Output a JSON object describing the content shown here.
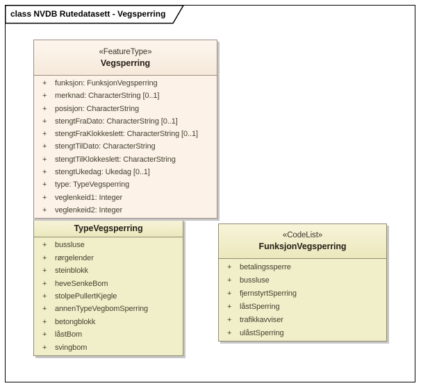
{
  "frame": {
    "title": "class NVDB Rutedatasett - Vegsperring"
  },
  "colors": {
    "featuretype_fill": "#fcf2e8",
    "featuretype_header_top": "#fdf6ee",
    "featuretype_header_bottom": "#f6e9da",
    "featuretype_border": "#9d8a84",
    "enum_fill": "#f1efca",
    "enum_header_top": "#f7f4da",
    "enum_header_bottom": "#ebe8bd",
    "enum_border": "#908a70",
    "attribute_text": "#44402e",
    "frame_border": "#000000",
    "shadow": "#c6c6c6"
  },
  "classes": [
    {
      "stereotype": "«FeatureType»",
      "name": "Vegsperring",
      "attributes": [
        {
          "visibility": "+",
          "text": "funksjon: FunksjonVegsperring"
        },
        {
          "visibility": "+",
          "text": "merknad: CharacterString [0..1]"
        },
        {
          "visibility": "+",
          "text": "posisjon: CharacterString"
        },
        {
          "visibility": "+",
          "text": "stengtFraDato: CharacterString [0..1]"
        },
        {
          "visibility": "+",
          "text": "stengtFraKlokkeslett: CharacterString [0..1]"
        },
        {
          "visibility": "+",
          "text": "stengtTilDato: CharacterString"
        },
        {
          "visibility": "+",
          "text": "stengtTilKlokkeslett: CharacterString"
        },
        {
          "visibility": "+",
          "text": "stengtUkedag: Ukedag [0..1]"
        },
        {
          "visibility": "+",
          "text": "type: TypeVegsperring"
        },
        {
          "visibility": "+",
          "text": "veglenkeid1: Integer"
        },
        {
          "visibility": "+",
          "text": "veglenkeid2: Integer"
        }
      ]
    },
    {
      "stereotype": "",
      "name": "TypeVegsperring",
      "attributes": [
        {
          "visibility": "+",
          "text": "bussluse"
        },
        {
          "visibility": "+",
          "text": "rørgelender"
        },
        {
          "visibility": "+",
          "text": "steinblokk"
        },
        {
          "visibility": "+",
          "text": "heveSenkeBom"
        },
        {
          "visibility": "+",
          "text": "stolpePullertKjegle"
        },
        {
          "visibility": "+",
          "text": "annenTypeVegbomSperring"
        },
        {
          "visibility": "+",
          "text": "betongblokk"
        },
        {
          "visibility": "+",
          "text": "låstBom"
        },
        {
          "visibility": "+",
          "text": "svingbom"
        }
      ]
    },
    {
      "stereotype": "«CodeList»",
      "name": "FunksjonVegsperring",
      "attributes": [
        {
          "visibility": "+",
          "text": "betalingssperre"
        },
        {
          "visibility": "+",
          "text": "bussluse"
        },
        {
          "visibility": "+",
          "text": "fjernstyrtSperring"
        },
        {
          "visibility": "+",
          "text": "låstSperring"
        },
        {
          "visibility": "+",
          "text": "trafikkavviser"
        },
        {
          "visibility": "+",
          "text": "ulåstSperring"
        }
      ]
    }
  ]
}
